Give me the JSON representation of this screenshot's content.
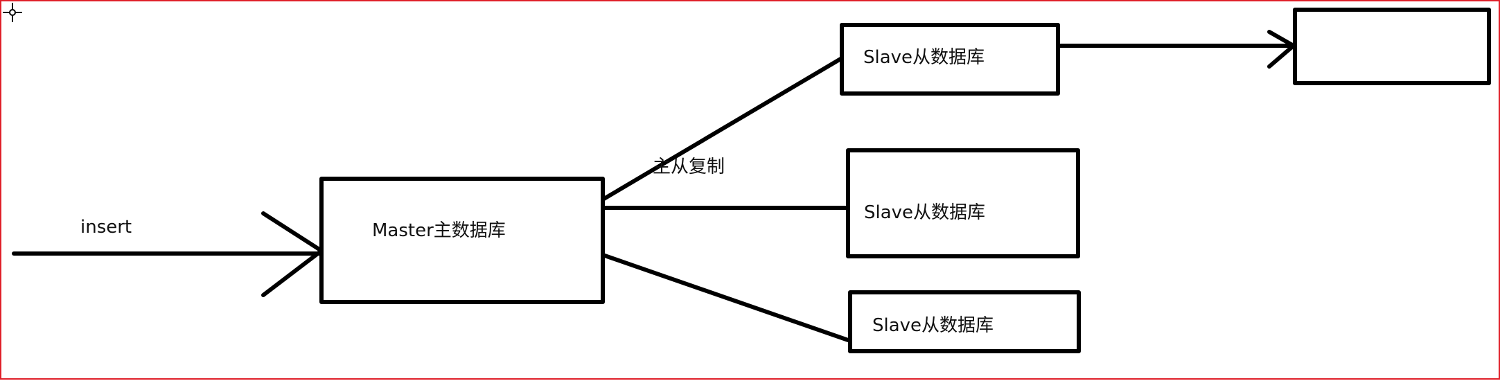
{
  "diagram": {
    "input_label": "insert",
    "master_label": "Master主数据库",
    "replication_label": "主从复制",
    "slave_labels": [
      "Slave从数据库",
      "Slave从数据库",
      "Slave从数据库"
    ],
    "extra_box_label": "",
    "colors": {
      "stroke": "#000000",
      "frame": "#e0202a",
      "text": "#111111"
    }
  }
}
